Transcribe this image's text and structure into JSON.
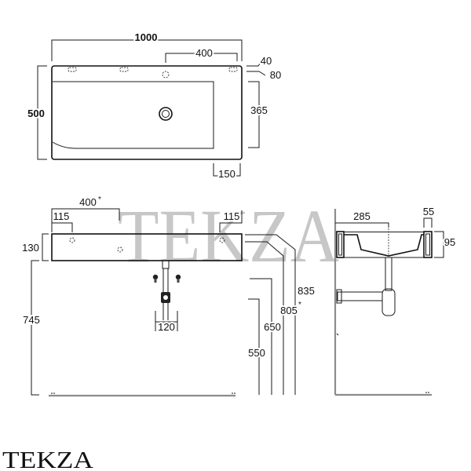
{
  "brand": "TEKZA",
  "watermark": "TEKZA",
  "top_view": {
    "width": "1000",
    "tap_spacing": "400",
    "rim_front": "40",
    "rim_hole": "80",
    "depth": "500",
    "basin_depth": "365",
    "side_offset": "150"
  },
  "front_view": {
    "tap_spacing": "400",
    "tap_spacing_mark": "*",
    "left_offset": "115",
    "right_offset": "115",
    "basin_height": "130",
    "bottom_height": "745",
    "rim_height": "835",
    "rim_height_alt": "805",
    "rim_height_alt_mark": "*",
    "supply_height": "650",
    "waste_height": "550",
    "supply_spacing": "120"
  },
  "side_view": {
    "drain_distance": "285",
    "wall_thickness": "55",
    "basin_height": "95"
  }
}
